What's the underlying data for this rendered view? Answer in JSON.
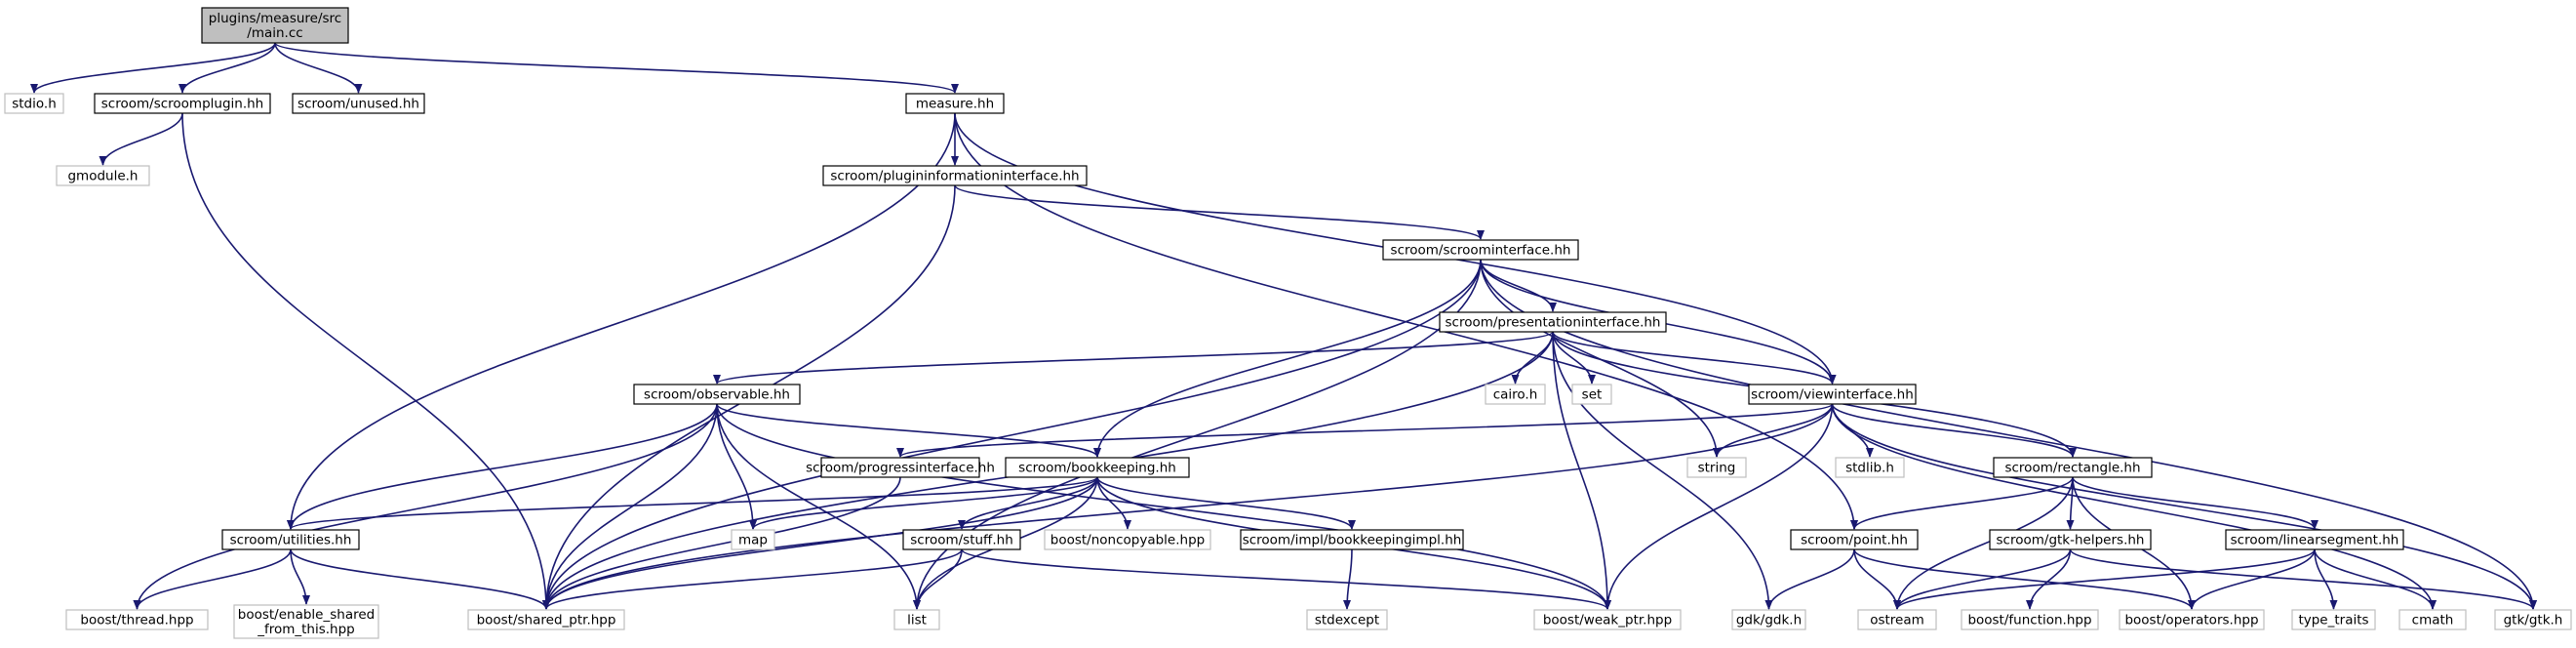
{
  "graph": {
    "title_node": "plugins/measure/src\n/main.cc",
    "colors": {
      "edge": "#191970",
      "main_fill": "#bfbfbf",
      "local_border": "#000000",
      "external_border": "#bfbfbf"
    },
    "nodes": [
      {
        "id": "main",
        "label": "plugins/measure/src\n/main.cc",
        "kind": "main"
      },
      {
        "id": "stdio",
        "label": "stdio.h",
        "kind": "external"
      },
      {
        "id": "scroomplugin",
        "label": "scroom/scroomplugin.hh",
        "kind": "local"
      },
      {
        "id": "unused",
        "label": "scroom/unused.hh",
        "kind": "local"
      },
      {
        "id": "measure",
        "label": "measure.hh",
        "kind": "local"
      },
      {
        "id": "gmodule",
        "label": "gmodule.h",
        "kind": "external"
      },
      {
        "id": "plugininfo",
        "label": "scroom/plugininformationinterface.hh",
        "kind": "local"
      },
      {
        "id": "scroomiface",
        "label": "scroom/scroominterface.hh",
        "kind": "local"
      },
      {
        "id": "presiface",
        "label": "scroom/presentationinterface.hh",
        "kind": "local"
      },
      {
        "id": "cairo",
        "label": "cairo.h",
        "kind": "external"
      },
      {
        "id": "set",
        "label": "set",
        "kind": "external"
      },
      {
        "id": "observable",
        "label": "scroom/observable.hh",
        "kind": "local"
      },
      {
        "id": "viewiface",
        "label": "scroom/viewinterface.hh",
        "kind": "local"
      },
      {
        "id": "string",
        "label": "string",
        "kind": "external"
      },
      {
        "id": "stdlib",
        "label": "stdlib.h",
        "kind": "external"
      },
      {
        "id": "progress",
        "label": "scroom/progressinterface.hh",
        "kind": "local"
      },
      {
        "id": "bookkeeping",
        "label": "scroom/bookkeeping.hh",
        "kind": "local"
      },
      {
        "id": "rectangle",
        "label": "scroom/rectangle.hh",
        "kind": "local"
      },
      {
        "id": "utilities",
        "label": "scroom/utilities.hh",
        "kind": "local"
      },
      {
        "id": "map",
        "label": "map",
        "kind": "external"
      },
      {
        "id": "stuff",
        "label": "scroom/stuff.hh",
        "kind": "local"
      },
      {
        "id": "noncopyable",
        "label": "boost/noncopyable.hpp",
        "kind": "external"
      },
      {
        "id": "bkimpl",
        "label": "scroom/impl/bookkeepingimpl.hh",
        "kind": "local"
      },
      {
        "id": "point",
        "label": "scroom/point.hh",
        "kind": "local"
      },
      {
        "id": "gtkhelpers",
        "label": "scroom/gtk-helpers.hh",
        "kind": "local"
      },
      {
        "id": "linearseg",
        "label": "scroom/linearsegment.hh",
        "kind": "local"
      },
      {
        "id": "thread",
        "label": "boost/thread.hpp",
        "kind": "external"
      },
      {
        "id": "enableshared",
        "label": "boost/enable_shared\n_from_this.hpp",
        "kind": "external"
      },
      {
        "id": "sharedptr",
        "label": "boost/shared_ptr.hpp",
        "kind": "external"
      },
      {
        "id": "list",
        "label": "list",
        "kind": "external"
      },
      {
        "id": "weakptr",
        "label": "boost/weak_ptr.hpp",
        "kind": "external"
      },
      {
        "id": "stdexcept",
        "label": "stdexcept",
        "kind": "external"
      },
      {
        "id": "gdk",
        "label": "gdk/gdk.h",
        "kind": "external"
      },
      {
        "id": "ostream",
        "label": "ostream",
        "kind": "external"
      },
      {
        "id": "function",
        "label": "boost/function.hpp",
        "kind": "external"
      },
      {
        "id": "operators",
        "label": "boost/operators.hpp",
        "kind": "external"
      },
      {
        "id": "typetraits",
        "label": "type_traits",
        "kind": "external"
      },
      {
        "id": "cmath",
        "label": "cmath",
        "kind": "external"
      },
      {
        "id": "gtk",
        "label": "gtk/gtk.h",
        "kind": "external"
      }
    ],
    "edges": [
      [
        "main",
        "stdio"
      ],
      [
        "main",
        "scroomplugin"
      ],
      [
        "main",
        "unused"
      ],
      [
        "main",
        "measure"
      ],
      [
        "scroomplugin",
        "gmodule"
      ],
      [
        "scroomplugin",
        "sharedptr"
      ],
      [
        "measure",
        "plugininfo"
      ],
      [
        "measure",
        "utilities"
      ],
      [
        "measure",
        "viewiface"
      ],
      [
        "measure",
        "point"
      ],
      [
        "plugininfo",
        "sharedptr"
      ],
      [
        "plugininfo",
        "scroomiface"
      ],
      [
        "scroomiface",
        "sharedptr"
      ],
      [
        "scroomiface",
        "presiface"
      ],
      [
        "scroomiface",
        "viewiface"
      ],
      [
        "scroomiface",
        "bookkeeping"
      ],
      [
        "scroomiface",
        "string"
      ],
      [
        "scroomiface",
        "list"
      ],
      [
        "scroomiface",
        "gtk"
      ],
      [
        "presiface",
        "observable"
      ],
      [
        "presiface",
        "sharedptr"
      ],
      [
        "presiface",
        "cairo"
      ],
      [
        "presiface",
        "set"
      ],
      [
        "presiface",
        "viewiface"
      ],
      [
        "presiface",
        "rectangle"
      ],
      [
        "presiface",
        "weakptr"
      ],
      [
        "presiface",
        "gdk"
      ],
      [
        "observable",
        "thread"
      ],
      [
        "observable",
        "utilities"
      ],
      [
        "observable",
        "sharedptr"
      ],
      [
        "observable",
        "list"
      ],
      [
        "observable",
        "map"
      ],
      [
        "observable",
        "bookkeeping"
      ],
      [
        "observable",
        "weakptr"
      ],
      [
        "viewiface",
        "progress"
      ],
      [
        "viewiface",
        "sharedptr"
      ],
      [
        "viewiface",
        "string"
      ],
      [
        "viewiface",
        "stdlib"
      ],
      [
        "viewiface",
        "rectangle"
      ],
      [
        "viewiface",
        "weakptr"
      ],
      [
        "viewiface",
        "gtk"
      ],
      [
        "viewiface",
        "cmath"
      ],
      [
        "progress",
        "sharedptr"
      ],
      [
        "bookkeeping",
        "utilities"
      ],
      [
        "bookkeeping",
        "map"
      ],
      [
        "bookkeeping",
        "sharedptr"
      ],
      [
        "bookkeeping",
        "list"
      ],
      [
        "bookkeeping",
        "stuff"
      ],
      [
        "bookkeeping",
        "noncopyable"
      ],
      [
        "bookkeeping",
        "bkimpl"
      ],
      [
        "bookkeeping",
        "weakptr"
      ],
      [
        "utilities",
        "thread"
      ],
      [
        "utilities",
        "enableshared"
      ],
      [
        "utilities",
        "sharedptr"
      ],
      [
        "stuff",
        "list"
      ],
      [
        "stuff",
        "sharedptr"
      ],
      [
        "stuff",
        "weakptr"
      ],
      [
        "bkimpl",
        "stdexcept"
      ],
      [
        "rectangle",
        "point"
      ],
      [
        "rectangle",
        "gtkhelpers"
      ],
      [
        "rectangle",
        "linearseg"
      ],
      [
        "rectangle",
        "ostream"
      ],
      [
        "rectangle",
        "operators"
      ],
      [
        "point",
        "gdk"
      ],
      [
        "point",
        "ostream"
      ],
      [
        "point",
        "operators"
      ],
      [
        "gtkhelpers",
        "ostream"
      ],
      [
        "gtkhelpers",
        "function"
      ],
      [
        "gtkhelpers",
        "gtk"
      ],
      [
        "linearseg",
        "ostream"
      ],
      [
        "linearseg",
        "operators"
      ],
      [
        "linearseg",
        "typetraits"
      ],
      [
        "linearseg",
        "cmath"
      ]
    ]
  }
}
